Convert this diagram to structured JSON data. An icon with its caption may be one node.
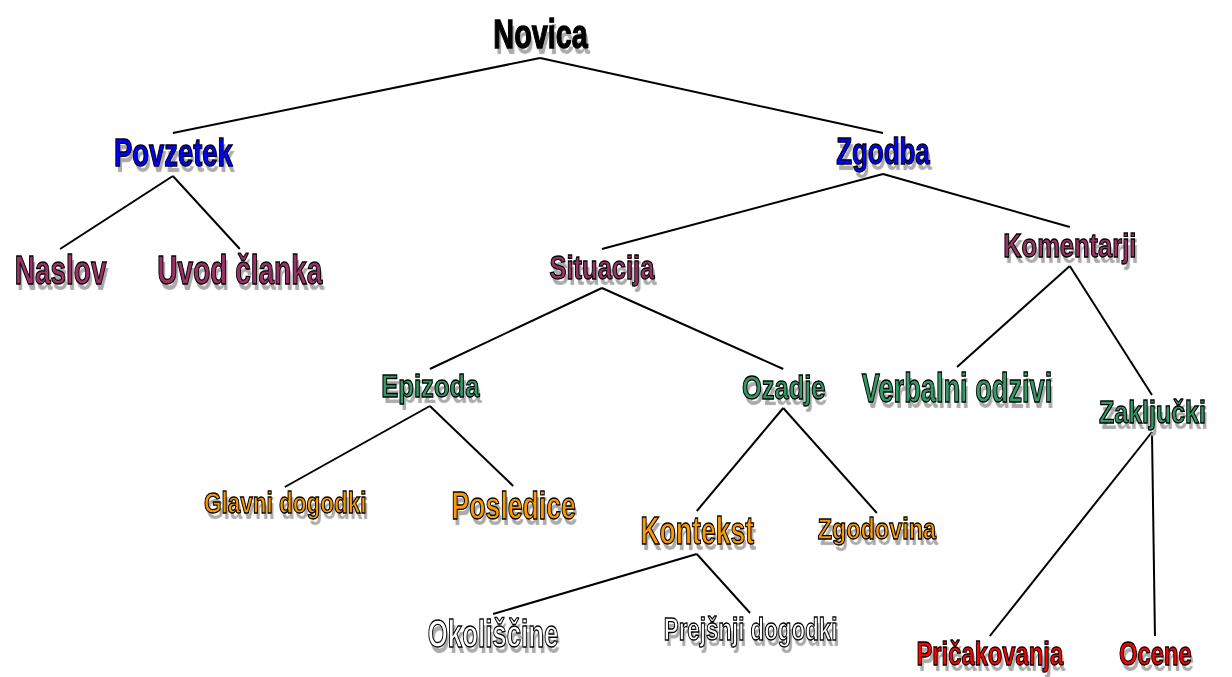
{
  "diagram": {
    "nodes": [
      {
        "text": [
          "Novica"
        ]
      },
      {
        "text": [
          "Povzetek"
        ]
      },
      {
        "text": [
          "Zgodba"
        ]
      },
      {
        "text": [
          "Naslov"
        ]
      },
      {
        "text": [
          "Uvod članka"
        ]
      },
      {
        "text": [
          "Situacija"
        ]
      },
      {
        "text": [
          "Komentarji"
        ]
      },
      {
        "text": [
          "Epizoda"
        ]
      },
      {
        "text": [
          "Ozadje"
        ]
      },
      {
        "text": [
          "Verbalni odzivi"
        ]
      },
      {
        "text": [
          "Zaključki"
        ]
      },
      {
        "text": [
          "Glavni dogodki"
        ]
      },
      {
        "text": [
          "Posledice"
        ]
      },
      {
        "text": [
          "Kontekst"
        ]
      },
      {
        "text": [
          "Zgodovina"
        ]
      },
      {
        "text": [
          "Okoliščine"
        ]
      },
      {
        "text": [
          "Prejšnji dogodki"
        ]
      },
      {
        "text": [
          "Pričakovanja"
        ]
      },
      {
        "text": [
          "Ocene"
        ]
      }
    ],
    "edges": [
      {
        "from": 0,
        "to": 1,
        "arrow": "none"
      },
      {
        "from": 0,
        "to": 2,
        "arrow": "none"
      },
      {
        "from": 1,
        "to": 3,
        "arrow": "none"
      },
      {
        "from": 1,
        "to": 4,
        "arrow": "none"
      },
      {
        "from": 2,
        "to": 5,
        "arrow": "none"
      },
      {
        "from": 2,
        "to": 6,
        "arrow": "none"
      },
      {
        "from": 5,
        "to": 7,
        "arrow": "none"
      },
      {
        "from": 5,
        "to": 8,
        "arrow": "none"
      },
      {
        "from": 6,
        "to": 9,
        "arrow": "none"
      },
      {
        "from": 6,
        "to": 10,
        "arrow": "none"
      },
      {
        "from": 7,
        "to": 11,
        "arrow": "none"
      },
      {
        "from": 7,
        "to": 12,
        "arrow": "none"
      },
      {
        "from": 8,
        "to": 13,
        "arrow": "none"
      },
      {
        "from": 8,
        "to": 14,
        "arrow": "none"
      },
      {
        "from": 13,
        "to": 15,
        "arrow": "none"
      },
      {
        "from": 13,
        "to": 16,
        "arrow": "none"
      },
      {
        "from": 10,
        "to": 17,
        "arrow": "none"
      },
      {
        "from": 10,
        "to": 18,
        "arrow": "none"
      }
    ]
  }
}
